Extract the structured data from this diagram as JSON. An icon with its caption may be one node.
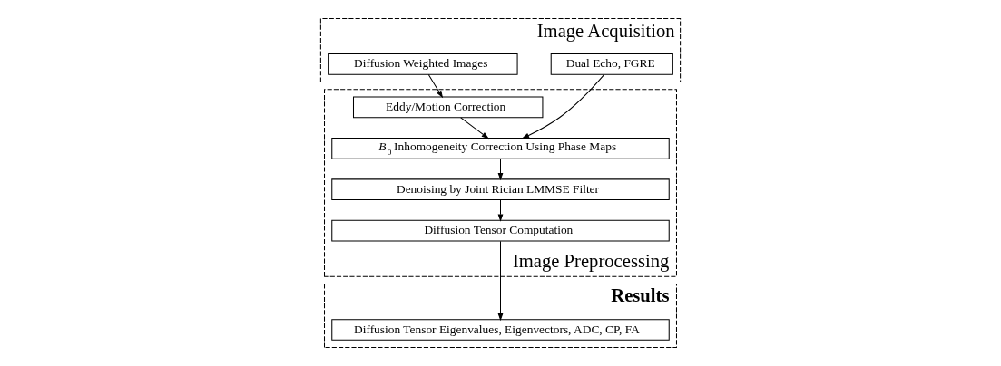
{
  "diagram": {
    "nodes": [
      {
        "text": [
          "Image Acquisition"
        ]
      },
      {
        "text": [
          "Diffusion Weighted Images"
        ],
        "in": 0
      },
      {
        "text": [
          "Dual Echo, FGRE"
        ],
        "in": 0
      },
      {
        "text": [
          "Image Preprocessing"
        ]
      },
      {
        "text": [
          "Eddy/Motion Correction"
        ],
        "in": 3
      },
      {
        "text": [
          "*B*$_{0}$ Inhomogeneity Correction Using Phase Maps"
        ],
        "in": 3
      },
      {
        "text": [
          "Denoising by Joint Rician LMMSE Filter"
        ],
        "in": 3
      },
      {
        "text": [
          "Diffusion Tensor Computation"
        ],
        "in": 3
      },
      {
        "text": [
          "Results"
        ]
      },
      {
        "text": [
          "Diffusion Tensor Eigenvalues, Eigenvectors, ADC, CP, FA"
        ],
        "in": 8
      }
    ],
    "edges": [
      {
        "from": 1,
        "to": 4,
        "arrow": "to"
      },
      {
        "from": 4,
        "to": 5,
        "arrow": "to"
      },
      {
        "from": 2,
        "to": 5,
        "arrow": "to"
      },
      {
        "from": 5,
        "to": 6,
        "arrow": "to"
      },
      {
        "from": 6,
        "to": 7,
        "arrow": "to"
      },
      {
        "from": 7,
        "to": 9,
        "arrow": "to"
      }
    ]
  }
}
